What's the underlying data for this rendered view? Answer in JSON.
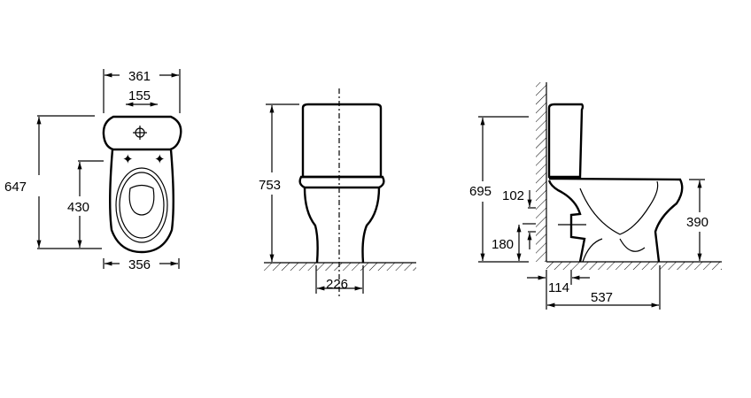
{
  "top_view": {
    "overall_width": "361",
    "inlet_spacing": "155",
    "overall_depth": "647",
    "fixing_to_back": "430",
    "base_width": "356"
  },
  "front_view": {
    "overall_height": "753",
    "base_width": "226"
  },
  "side_view": {
    "tank_height": "695",
    "outlet_height_band": "102",
    "outlet_center": "180",
    "seat_height": "390",
    "wall_to_outlet": "114",
    "projection": "537"
  }
}
